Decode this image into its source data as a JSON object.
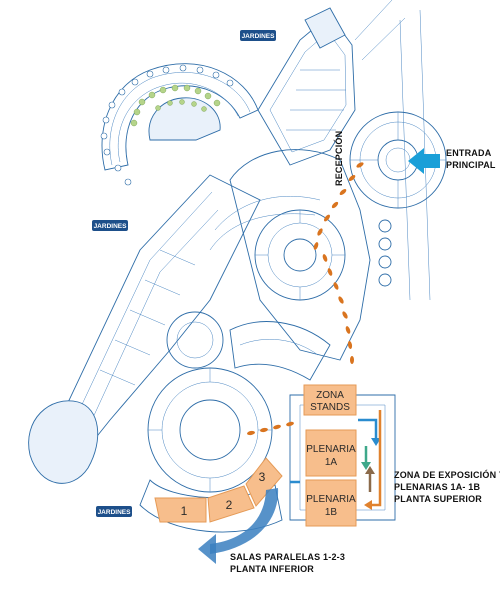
{
  "labels": {
    "jardines": "JARDINES",
    "entrada_line1": "ENTRADA",
    "entrada_line2": "PRINCIPAL",
    "recepcion": "RECEPCIÓN",
    "zona_stands_line1": "ZONA",
    "zona_stands_line2": "STANDS",
    "plenaria_1a_line1": "PLENARIA",
    "plenaria_1a_line2": "1A",
    "plenaria_1b_line1": "PLENARIA",
    "plenaria_1b_line2": "1B",
    "salas_1": "1",
    "salas_2": "2",
    "salas_3": "3",
    "zona_expo_line1": "ZONA DE EXPOSICIÓN Y",
    "zona_expo_line2": "PLENARIAS 1A- 1B",
    "zona_expo_line3": "PLANTA SUPERIOR",
    "salas_line1": "SALAS PARALELAS 1-2-3",
    "salas_line2": "PLANTA INFERIOR"
  },
  "colors": {
    "plan_stroke": "#2e6da8",
    "badge_fill": "#1d4f8a",
    "room_fill": "#f7be8c",
    "room_stroke": "#e59a56",
    "footprints": "#d9741f",
    "entry_arrow": "#1a9fd8",
    "arrow_blue": "#2a8ccf",
    "arrow_green": "#3ea88a",
    "arrow_brown": "#8b6a4a",
    "arrow_orange": "#e0822e",
    "gardens": "#b5d48a"
  }
}
